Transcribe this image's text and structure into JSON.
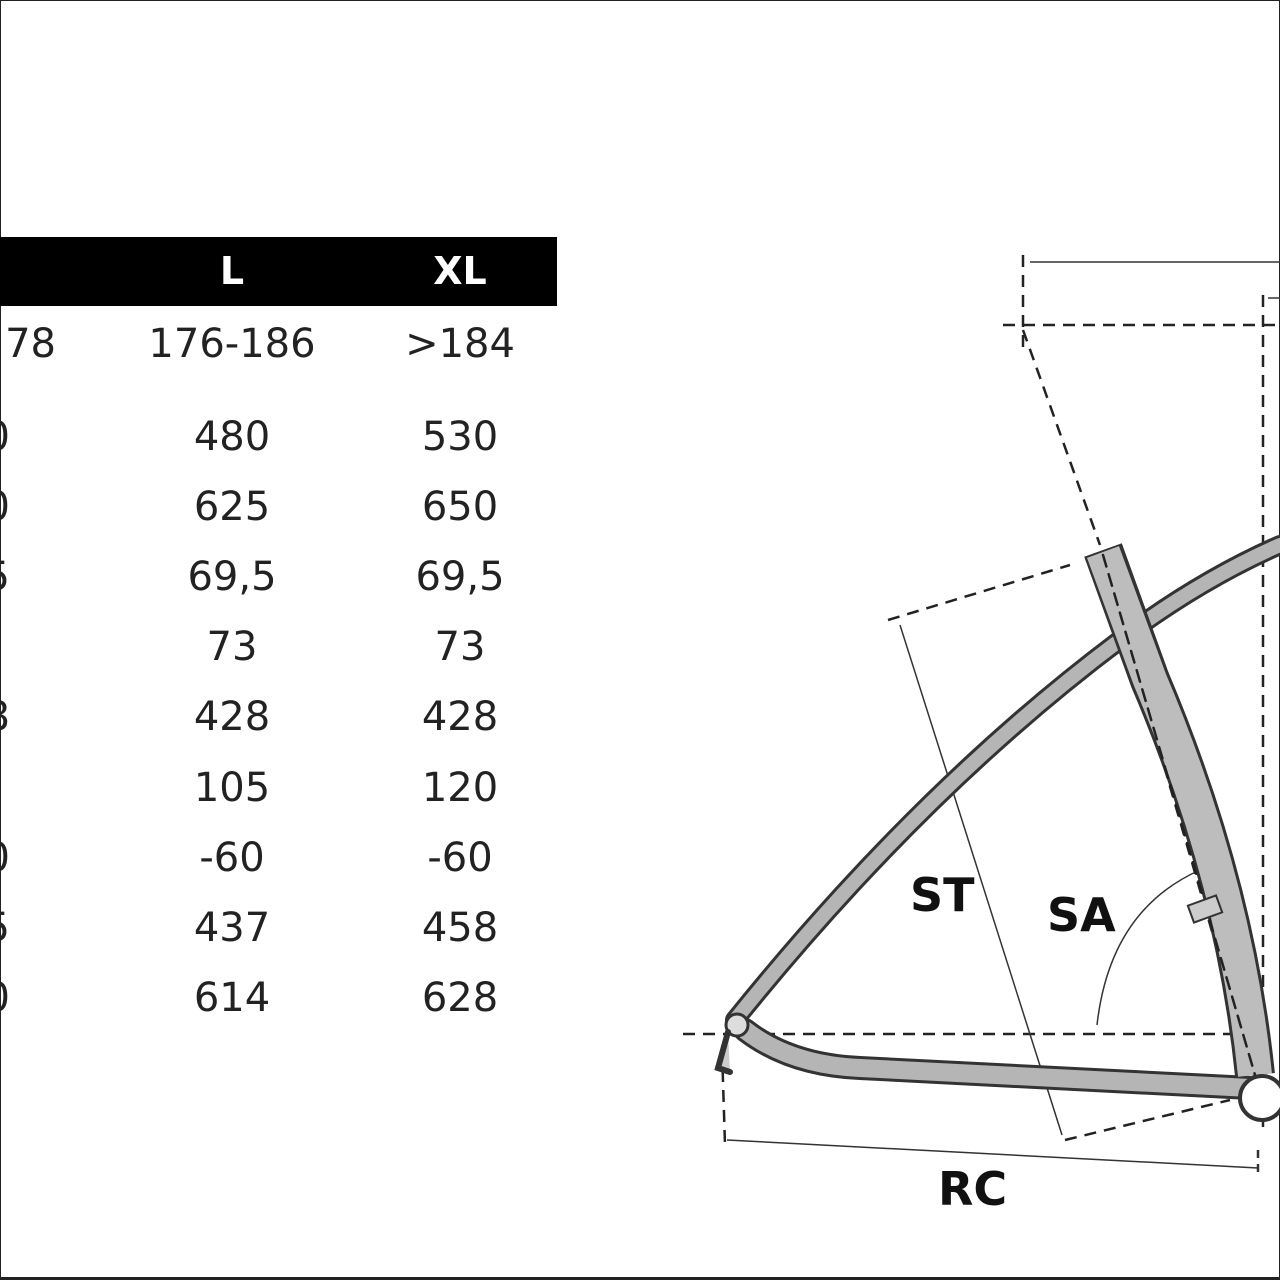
{
  "table": {
    "headers": [
      "L",
      "XL"
    ],
    "partial_column": [
      "78",
      "0",
      "0",
      "5",
      "",
      "8",
      "",
      "0",
      "5",
      "0"
    ],
    "rows": [
      [
        "176-186",
        ">184"
      ],
      [
        "480",
        "530"
      ],
      [
        "625",
        "650"
      ],
      [
        "69,5",
        "69,5"
      ],
      [
        "73",
        "73"
      ],
      [
        "428",
        "428"
      ],
      [
        "105",
        "120"
      ],
      [
        "-60",
        "-60"
      ],
      [
        "437",
        "458"
      ],
      [
        "614",
        "628"
      ]
    ]
  },
  "diagram": {
    "labels": {
      "st": "ST",
      "sa": "SA",
      "rc": "RC"
    },
    "frame_color": "#b5b5b5",
    "outline_color": "#333333"
  }
}
